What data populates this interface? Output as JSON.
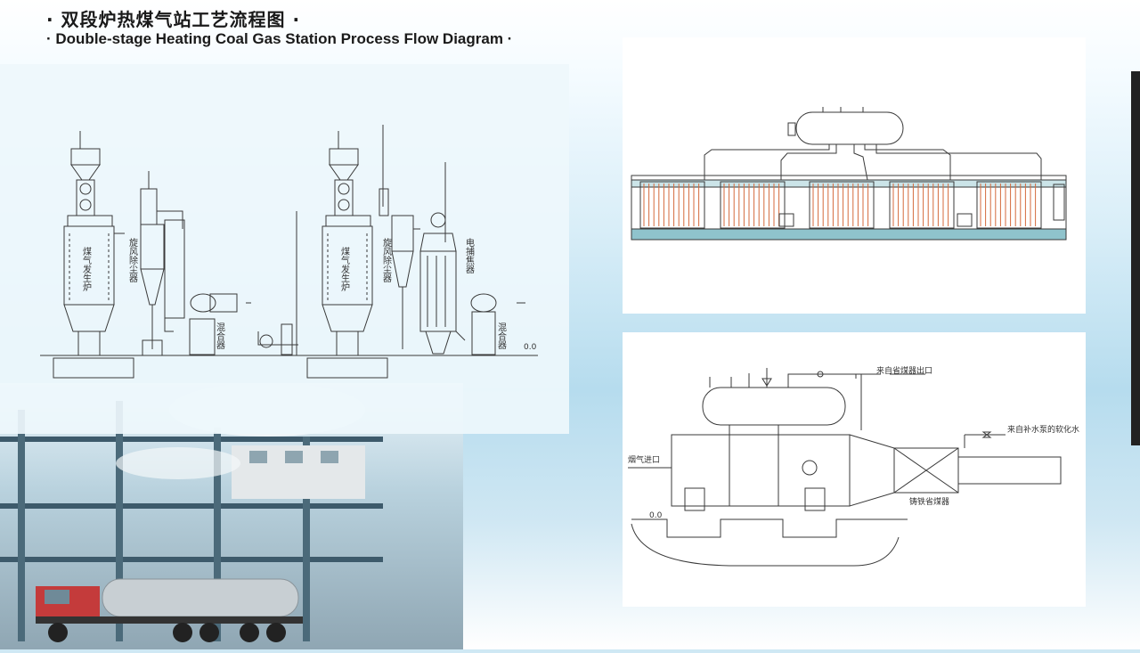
{
  "header": {
    "title_cn": "· 双段炉热煤气站工艺流程图 ·",
    "title_en": "· Double-stage Heating Coal Gas Station Process Flow Diagram ·"
  },
  "left_diagram": {
    "label_gasifier_1": "煤气发生炉",
    "label_cyclone_1": "旋风除尘器",
    "label_mixer_1": "混合器",
    "label_gasifier_2": "煤气发生炉",
    "label_cyclone_2": "旋风除尘器",
    "label_precipitator": "电捕焦器",
    "label_mixer_2": "混合器",
    "elevation": "0.0"
  },
  "bottom_right_diagram": {
    "label_economizer_outlet": "来自省煤器出口",
    "label_softened_water": "来自补水泵的软化水",
    "label_flue_inlet": "烟气进口",
    "label_cast_iron_economizer": "铸铁省煤器",
    "elevation": "0.0"
  },
  "colors": {
    "line": "#3a3a3a",
    "tube": "#d46a3c",
    "floor": "#8fc3cc"
  }
}
